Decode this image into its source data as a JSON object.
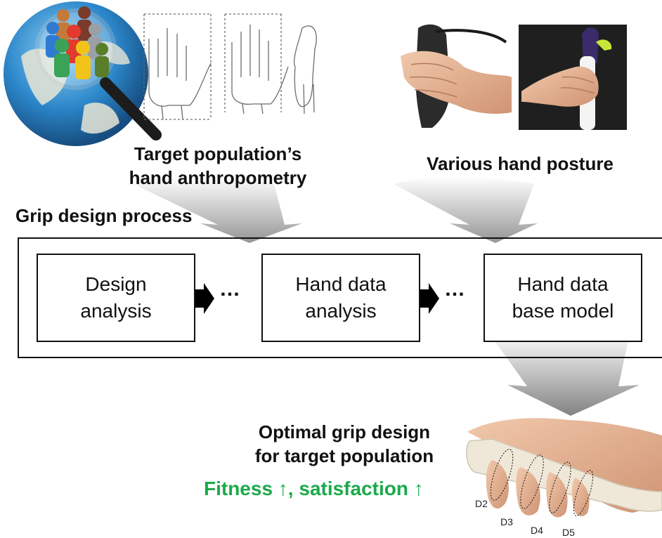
{
  "inputs": {
    "anthropometry_caption_line1": "Target population’s",
    "anthropometry_caption_line2": "hand anthropometry",
    "posture_caption": "Various hand posture"
  },
  "process": {
    "title": "Grip design process",
    "ellipsis": "…",
    "steps": [
      {
        "line1": "Design",
        "line2": "analysis"
      },
      {
        "line1": "Hand data",
        "line2": "analysis"
      },
      {
        "line1": "Hand data",
        "line2": "base model"
      }
    ]
  },
  "output": {
    "caption_line1": "Optimal grip design",
    "caption_line2": "for target population",
    "highlight": "Fitness ↑, satisfaction ↑",
    "highlight_color": "#1aaa4a",
    "digit_labels": [
      "D2",
      "D3",
      "D4",
      "D5"
    ]
  }
}
